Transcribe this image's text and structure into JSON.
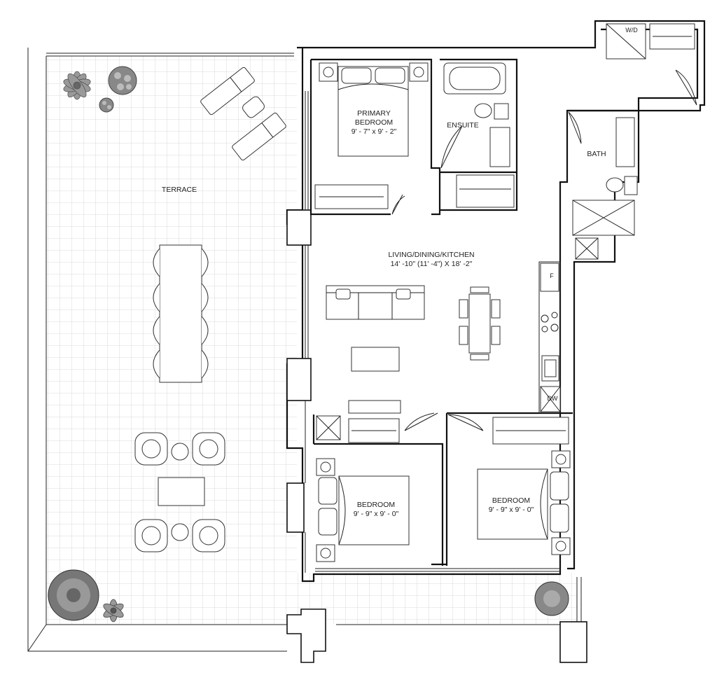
{
  "rooms": {
    "terrace": {
      "name": "TERRACE"
    },
    "primary_bedroom": {
      "name_line1": "PRIMARY",
      "name_line2": "BEDROOM",
      "dims": "9' - 7\" x 9' - 2\""
    },
    "ensuite": {
      "name": "ENSUITE"
    },
    "bath": {
      "name": "BATH"
    },
    "living": {
      "name": "LIVING/DINING/KITCHEN",
      "dims": "14' -10\" (11' -4\") X 18' -2\""
    },
    "bedroom_left": {
      "name": "BEDROOM",
      "dims": "9' - 9\" x 9' - 0\""
    },
    "bedroom_right": {
      "name": "BEDROOM",
      "dims": "9' - 9\" x 9' - 0\""
    }
  },
  "appliances": {
    "washer_dryer": "W/D",
    "fridge": "F",
    "dishwasher": "DW"
  }
}
